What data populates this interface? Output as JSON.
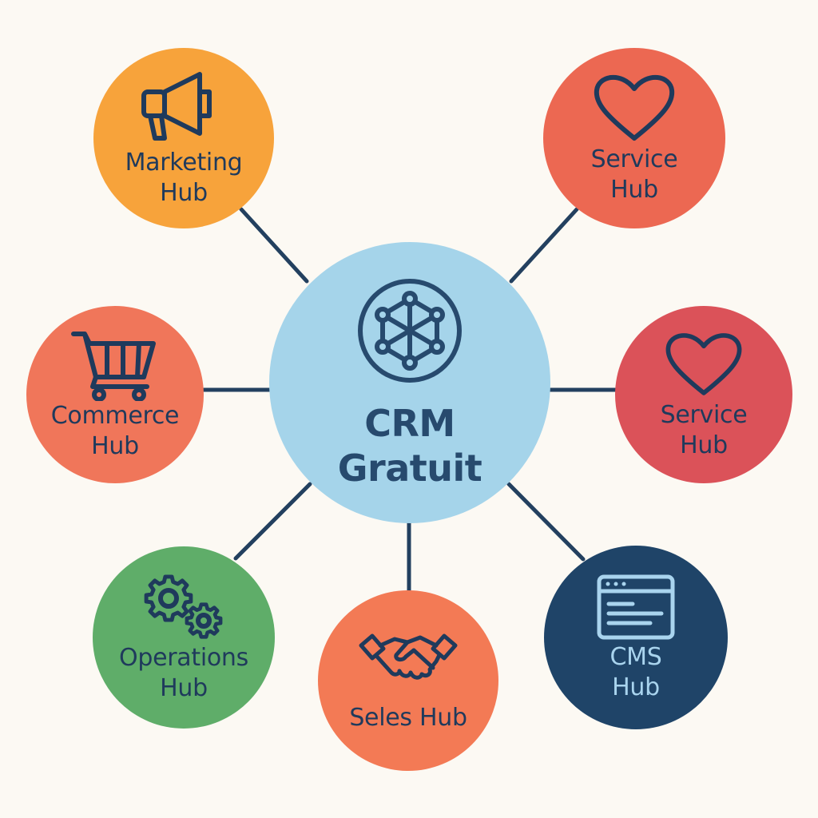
{
  "diagram": {
    "center": {
      "title_line1": "CRM",
      "title_line2": "Gratuit",
      "icon": "network-hub-icon",
      "color": "#a5d4ea"
    },
    "hubs": [
      {
        "id": "marketing",
        "line1": "Marketing",
        "line2": "Hub",
        "icon": "megaphone-icon",
        "color": "#f7a33b"
      },
      {
        "id": "service1",
        "line1": "Service",
        "line2": "Hub",
        "icon": "heart-icon",
        "color": "#ec6852"
      },
      {
        "id": "commerce",
        "line1": "Commerce",
        "line2": "Hub",
        "icon": "cart-icon",
        "color": "#f0765a"
      },
      {
        "id": "service2",
        "line1": "Service",
        "line2": "Hub",
        "icon": "heart-icon",
        "color": "#db5259"
      },
      {
        "id": "operations",
        "line1": "Operations",
        "line2": "Hub",
        "icon": "gears-icon",
        "color": "#5fad69"
      },
      {
        "id": "sales",
        "line1": "Seles Hub",
        "line2": "",
        "icon": "handshake-icon",
        "color": "#f37a55"
      },
      {
        "id": "cms",
        "line1": "CMS",
        "line2": "Hub",
        "icon": "browser-window-icon",
        "color": "#1f4468"
      }
    ],
    "connector_color": "#23405f"
  }
}
